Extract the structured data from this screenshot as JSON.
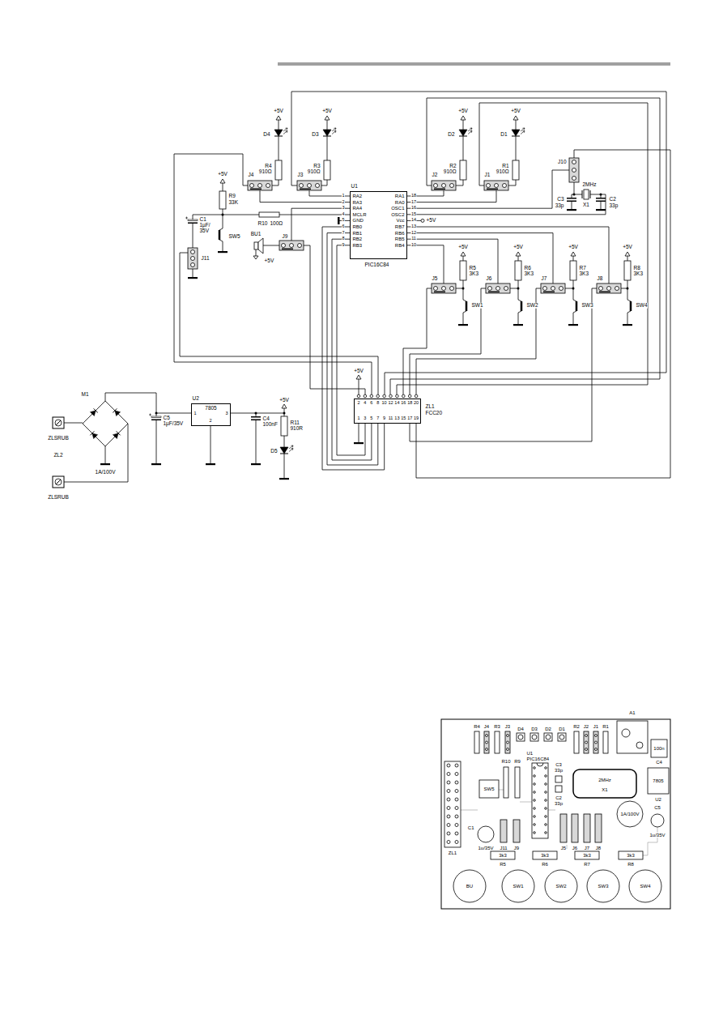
{
  "diagram": {
    "nodes": [
      {
        "text": [
          "U1",
          "PIC16C84"
        ]
      },
      {
        "text": [
          "ZL1",
          "FCC20"
        ]
      },
      {
        "text": [
          "U2",
          "7805"
        ]
      }
    ],
    "edges": [
      {
        "from": 0,
        "to": 1,
        "arrow": "none"
      },
      {
        "from": 0,
        "to": 1,
        "arrow": "none"
      },
      {
        "from": 0,
        "to": 1,
        "arrow": "none"
      },
      {
        "from": 0,
        "to": 1,
        "arrow": "none"
      }
    ],
    "labels": [
      "+5V",
      "D4",
      "R4",
      "910Ω",
      "J4",
      "+5V",
      "D3",
      "R3",
      "910Ω",
      "J3",
      "+5V",
      "D2",
      "R2",
      "910Ω",
      "J2",
      "+5V",
      "D1",
      "R1",
      "910Ω",
      "J1",
      "J10",
      "2MHz",
      "C3",
      "33p",
      "X1",
      "C2",
      "33p",
      "+5V",
      "R9",
      "33K",
      "C1",
      "1µF/",
      "35V",
      "SW5",
      "R10",
      "100Ω",
      "J11",
      "BU1",
      "+5V",
      "J9",
      "1",
      "RA2",
      "2",
      "RA3",
      "3",
      "RA4",
      "4",
      "MCLR",
      "5",
      "GND",
      "6",
      "RB0",
      "7",
      "RB1",
      "8",
      "RB2",
      "9",
      "RB3",
      "18",
      "RA1",
      "17",
      "RA0",
      "16",
      "OSC1",
      "15",
      "OSC2",
      "14",
      "Vcc",
      "13",
      "RB7",
      "12",
      "RB6",
      "11",
      "RB5",
      "10",
      "RB4",
      "+5V",
      "+5V",
      "R5",
      "3K3",
      "J5",
      "SW1",
      "+5V",
      "R6",
      "3K3",
      "J6",
      "SW2",
      "+5V",
      "R7",
      "3K3",
      "J7",
      "SW3",
      "+5V",
      "R8",
      "3K3",
      "J8",
      "SW4",
      "+5V",
      "2",
      "4",
      "6",
      "8",
      "10",
      "12",
      "14",
      "16",
      "18",
      "20",
      "1",
      "3",
      "5",
      "7",
      "9",
      "11",
      "13",
      "15",
      "17",
      "19",
      "M1",
      "1A/100V",
      "ZLSRUB",
      "ZL2",
      "ZLSRUB",
      "C5",
      "1µF/35V",
      "1",
      "3",
      "2",
      "C4",
      "100nF",
      "+5V",
      "R11",
      "910R",
      "D5",
      "R4",
      "J4",
      "R3",
      "J3",
      "D4",
      "D3",
      "D2",
      "D1",
      "R2",
      "J2",
      "J1",
      "R1",
      "A1",
      "U1",
      "PIC16C84",
      "C3",
      "33p",
      "SW5",
      "R10",
      "R9",
      "2MHz",
      "X1",
      "100n",
      "C4",
      "7805",
      "U2",
      "C5",
      "1u/35V",
      "1A/100V",
      "C2",
      "33p",
      "C1",
      "1u/35V",
      "J11",
      "J9",
      "J5",
      "J6",
      "J7",
      "J8",
      "3k3",
      "R5",
      "3k3",
      "R6",
      "3k3",
      "R7",
      "3k3",
      "R8",
      "BU",
      "SW1",
      "SW2",
      "SW3",
      "SW4",
      "ZL1"
    ]
  }
}
